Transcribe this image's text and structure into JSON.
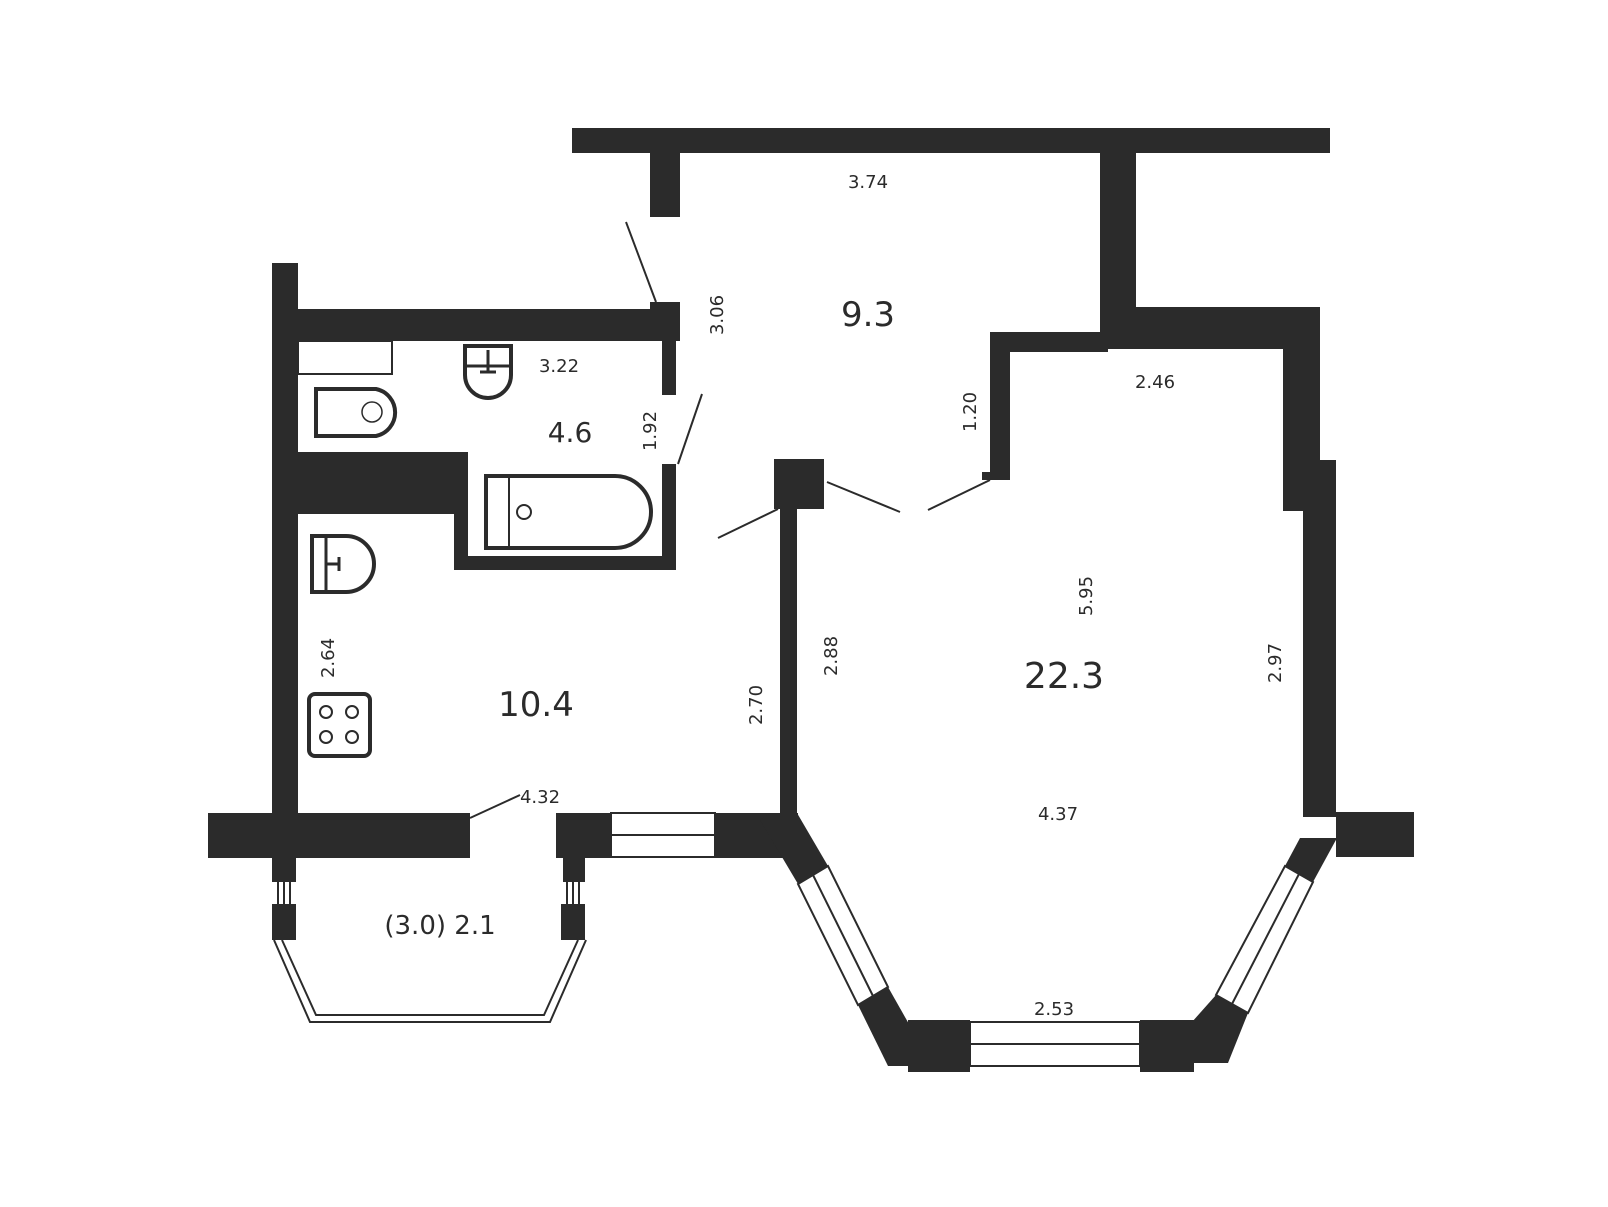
{
  "colors": {
    "wall": "#2b2b2b",
    "background": "#ffffff"
  },
  "rooms": {
    "hall_area": "9.3",
    "bath_area": "4.6",
    "kitchen_area": "10.4",
    "living_area": "22.3",
    "balcony_area": "(3.0) 2.1"
  },
  "dimensions": {
    "hall_top": "3.74",
    "hall_left": "3.06",
    "hall_right": "1.20",
    "bath_top": "3.22",
    "bath_right": "1.92",
    "kitchen_left": "2.64",
    "kitchen_right": "2.70",
    "kitchen_bottom": "4.32",
    "living_top": "2.46",
    "living_center": "5.95",
    "living_left": "2.88",
    "living_right": "2.97",
    "living_bottom": "4.37",
    "living_bay": "2.53"
  },
  "icons": [
    "sink-icon",
    "toilet-icon",
    "bathtub-icon",
    "stove-icon"
  ]
}
